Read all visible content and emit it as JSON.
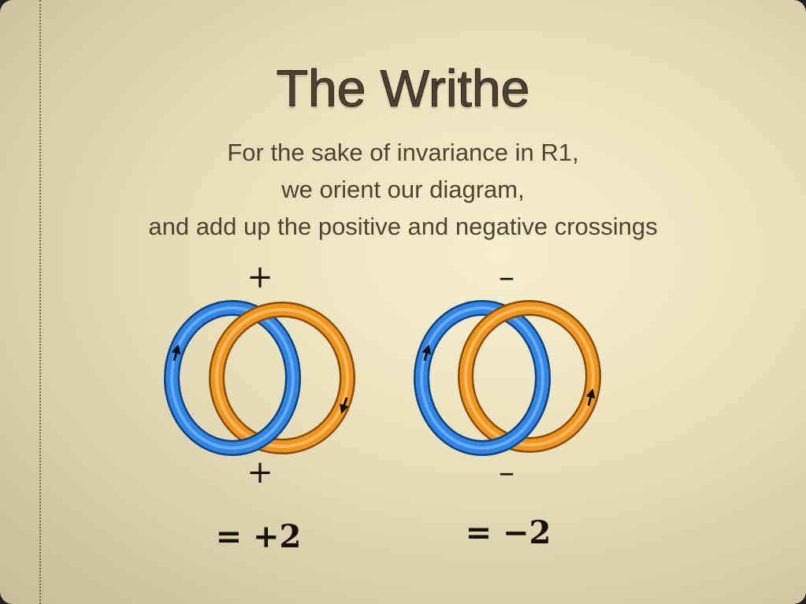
{
  "slide": {
    "title": "The Writhe",
    "subtitle_lines": [
      "For the sake of invariance in R1,",
      "we orient our diagram,",
      "and add up the positive and negative crossings"
    ]
  },
  "left_diagram": {
    "top_sign": "+",
    "bottom_sign": "+",
    "result": "= +2"
  },
  "right_diagram": {
    "top_sign": "–",
    "bottom_sign": "–",
    "result": "= −2"
  },
  "colors": {
    "blue_ring": "#2f86e4",
    "orange_ring": "#f0951c",
    "text": "#4c4534"
  }
}
